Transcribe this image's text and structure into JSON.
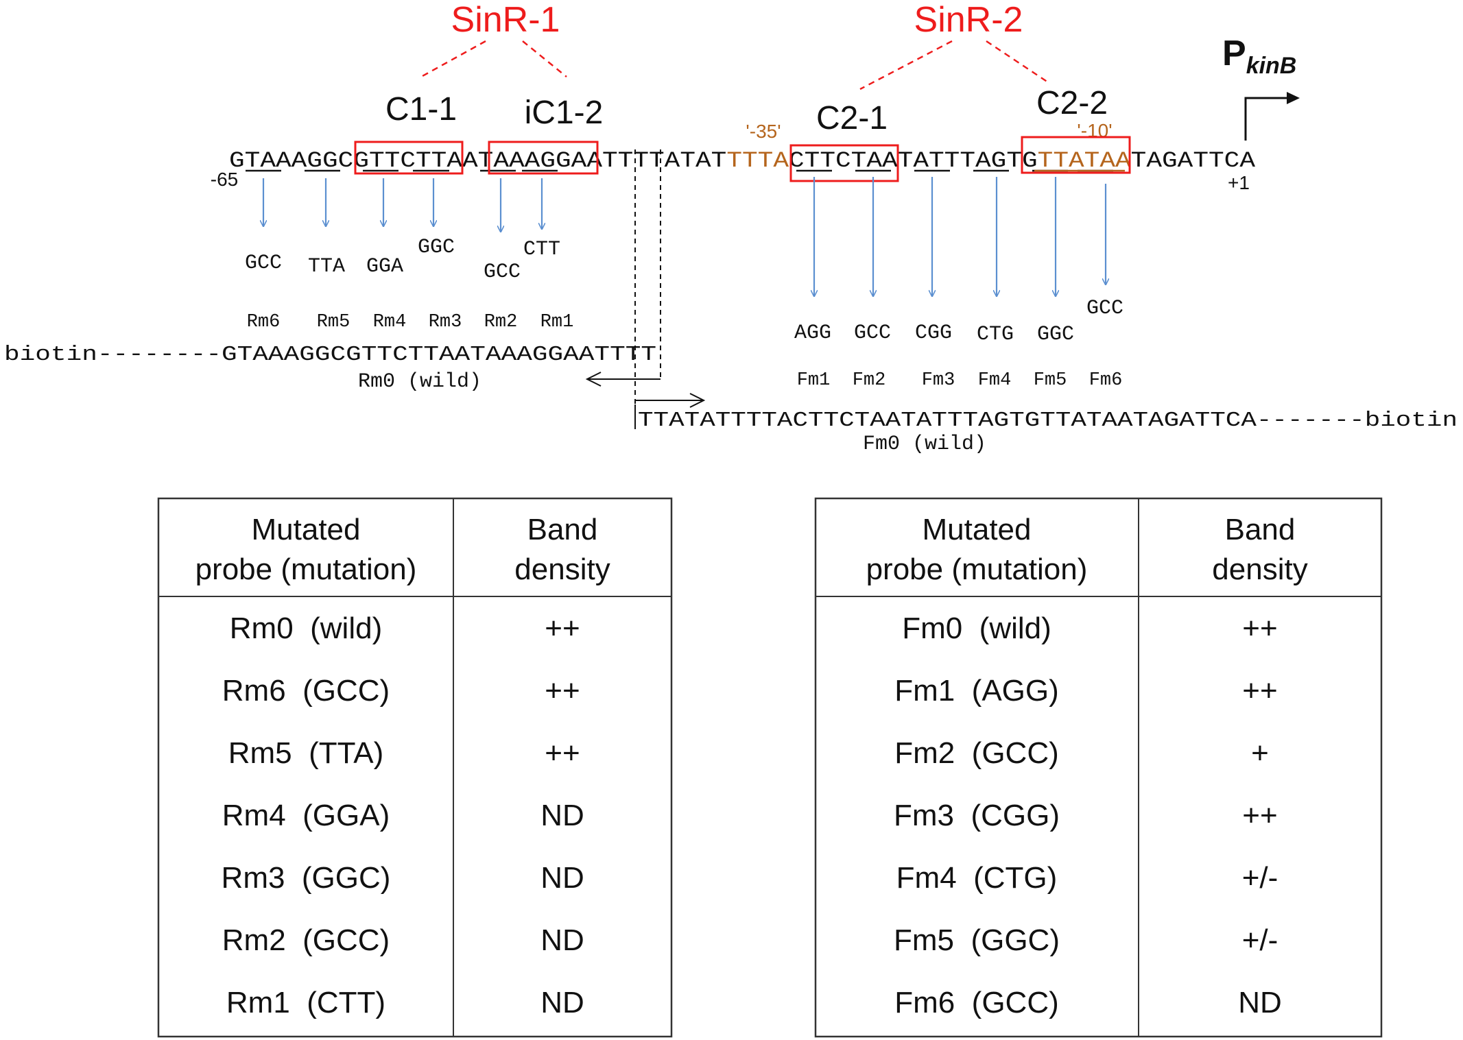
{
  "diagram": {
    "sites": {
      "sinr1": "SinR-1",
      "sinr2": "SinR-2",
      "c1_1": "C1-1",
      "ic1_2": "iC1-2",
      "c2_1": "C2-1",
      "c2_2": "C2-2"
    },
    "promoter": {
      "p": "P",
      "sub": "kinB"
    },
    "boxes": {
      "minus35": "'-35'",
      "minus10": "'-10'"
    },
    "positions": {
      "start": "-65",
      "tss": "+1"
    },
    "sequence": {
      "seg1": "GTAAAGGC",
      "seg2": "GTTCTTA",
      "seg3": "AT",
      "seg4": "AAAGGA",
      "seg5": "ATTTTATAT",
      "seg6": "TTTA",
      "seg7": "CTTCTAA",
      "seg8": "TATTTAGTG",
      "seg9": "TTATAA",
      "seg10": "TAGATTCA"
    },
    "r_mutations": [
      {
        "name": "Rm6",
        "codon": "GCC"
      },
      {
        "name": "Rm5",
        "codon": "TTA"
      },
      {
        "name": "Rm4",
        "codon": "GGA"
      },
      {
        "name": "Rm3",
        "codon": "GGC"
      },
      {
        "name": "Rm2",
        "codon": "GCC"
      },
      {
        "name": "Rm1",
        "codon": "CTT"
      }
    ],
    "f_mutations": [
      {
        "name": "Fm1",
        "codon": "AGG"
      },
      {
        "name": "Fm2",
        "codon": "GCC"
      },
      {
        "name": "Fm3",
        "codon": "CGG"
      },
      {
        "name": "Fm4",
        "codon": "CTG"
      },
      {
        "name": "Fm5",
        "codon": "GGC"
      },
      {
        "name": "Fm6",
        "codon": "GCC"
      }
    ],
    "r_probe": {
      "text": "biotin--------GTAAAGGCGTTCTTAATAAAGGAATTTT",
      "label": "Rm0 (wild)"
    },
    "f_probe": {
      "text": "TTATATTTTACTTCTAATATTTAGTGTTATAATAGATTCA-------biotin",
      "label": "Fm0 (wild)"
    }
  },
  "tables": [
    {
      "headers": [
        [
          "Mutated",
          "probe (mutation)"
        ],
        [
          "Band",
          "density"
        ]
      ],
      "rows": [
        [
          "Rm0  (wild)",
          "++"
        ],
        [
          "Rm6  (GCC)",
          "++"
        ],
        [
          "Rm5  (TTA)",
          "++"
        ],
        [
          "Rm4  (GGA)",
          "ND"
        ],
        [
          "Rm3  (GGC)",
          "ND"
        ],
        [
          "Rm2  (GCC)",
          "ND"
        ],
        [
          "Rm1  (CTT)",
          "ND"
        ]
      ]
    },
    {
      "headers": [
        [
          "Mutated",
          "probe (mutation)"
        ],
        [
          "Band",
          "density"
        ]
      ],
      "rows": [
        [
          "Fm0  (wild)",
          "++"
        ],
        [
          "Fm1  (AGG)",
          "++"
        ],
        [
          "Fm2  (GCC)",
          "+"
        ],
        [
          "Fm3  (CGG)",
          "++"
        ],
        [
          "Fm4  (CTG)",
          "+/-"
        ],
        [
          "Fm5  (GGC)",
          "+/-"
        ],
        [
          "Fm6  (GCC)",
          "ND"
        ]
      ]
    }
  ],
  "colors": {
    "site_box": "#ee1c1c",
    "promoter_box": "#b5651d",
    "arrow": "#5b8fd0"
  }
}
